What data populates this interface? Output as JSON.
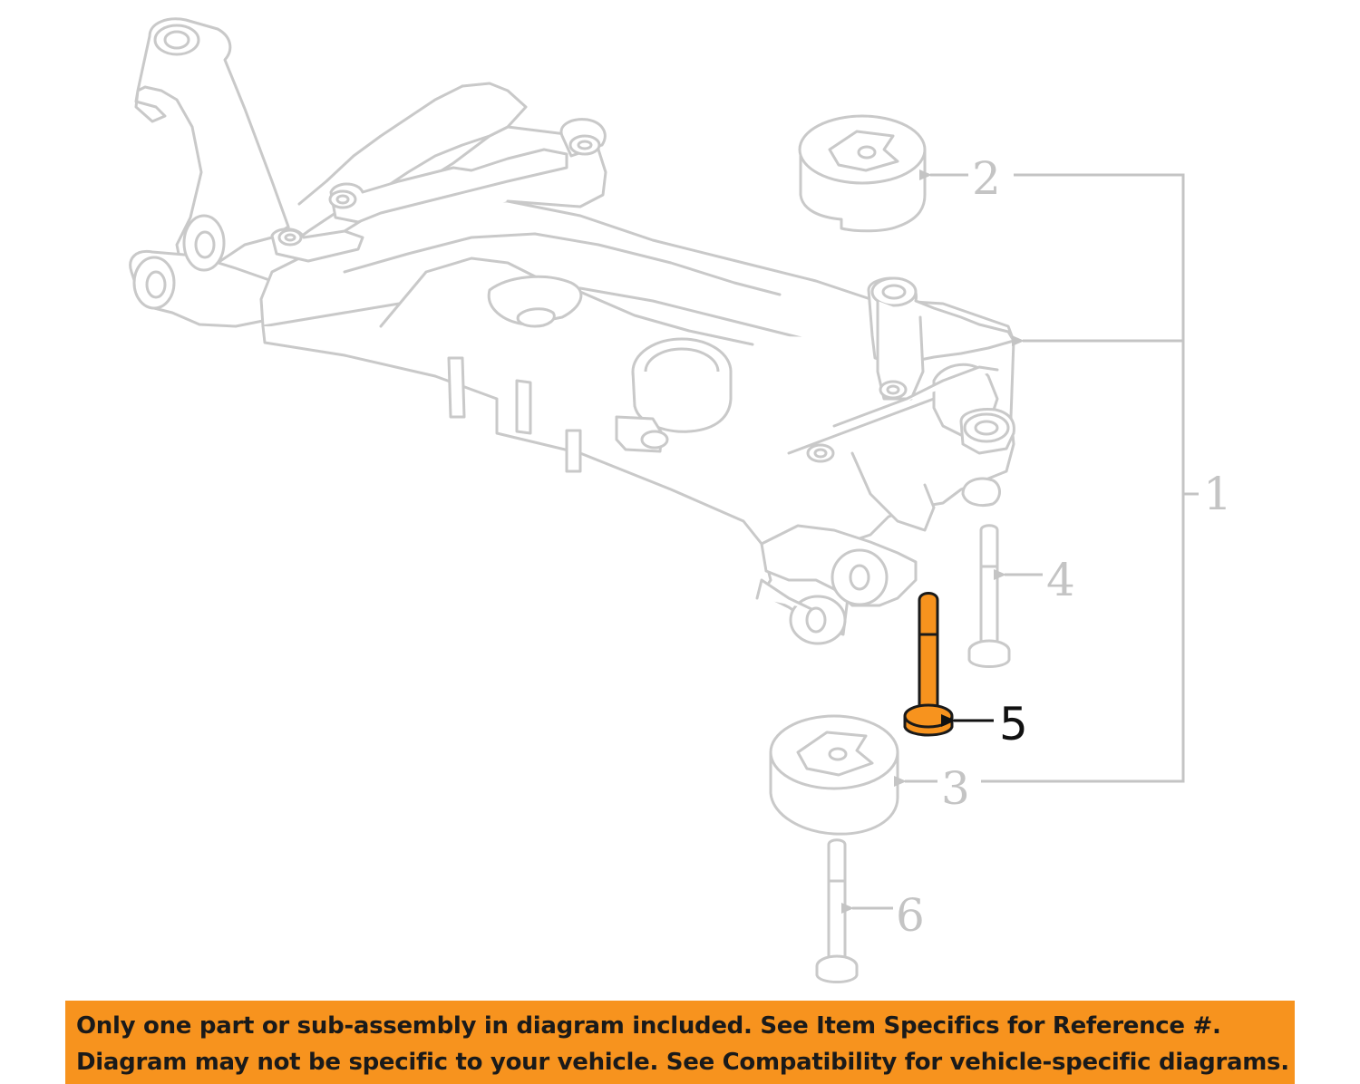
{
  "diagram": {
    "callouts": {
      "c1": "1",
      "c2": "2",
      "c3": "3",
      "c4": "4",
      "c5": "5",
      "c6": "6"
    },
    "colors": {
      "line_art": "#c9c9c9",
      "highlight_fill": "#f7931e",
      "highlight_stroke": "#1a1a1a",
      "callout_text": "#c4c4c4",
      "highlight_text": "#111111"
    },
    "highlighted_part": "5"
  },
  "footer": {
    "background": "#f7931e",
    "line1": "Only one part or sub-assembly in diagram included. See Item Specifics for Reference #.",
    "line2": "Diagram may not be specific to your vehicle. See Compatibility for vehicle-specific diagrams."
  }
}
